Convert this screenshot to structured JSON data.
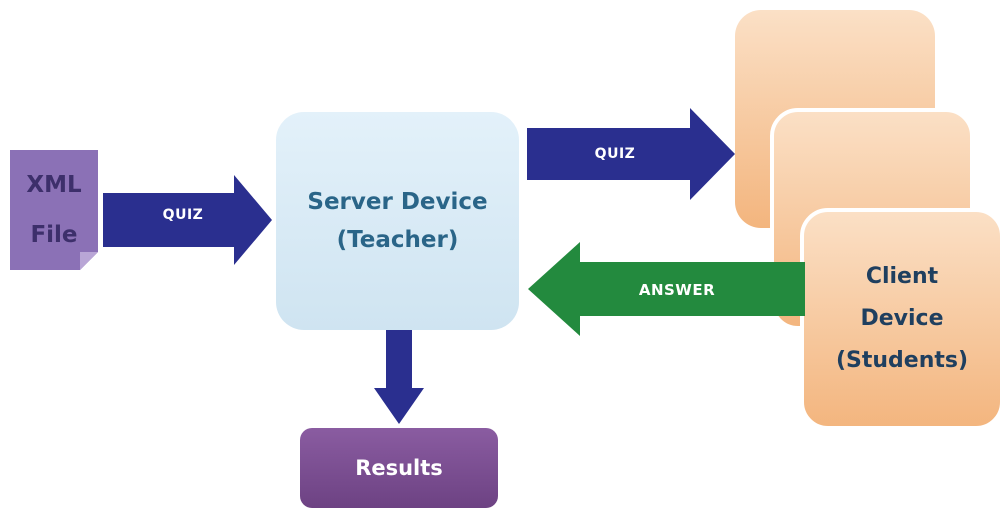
{
  "diagram": {
    "xml_file": {
      "line1": "XML",
      "line2": "File"
    },
    "server": {
      "line1": "Server Device",
      "line2": "(Teacher)"
    },
    "client": {
      "line1": "Client",
      "line2": "Device",
      "line3": "(Students)"
    },
    "results": {
      "label": "Results"
    },
    "arrows": {
      "quiz_in": "QUIZ",
      "quiz_out": "QUIZ",
      "answer": "ANSWER"
    }
  },
  "colors": {
    "arrow_blue": "#2a2f8f",
    "arrow_green": "#238a3e",
    "xml_file": "#8b71b6",
    "server": "#d8ebf6",
    "client": "#f7c79a",
    "results": "#7c4f93"
  }
}
